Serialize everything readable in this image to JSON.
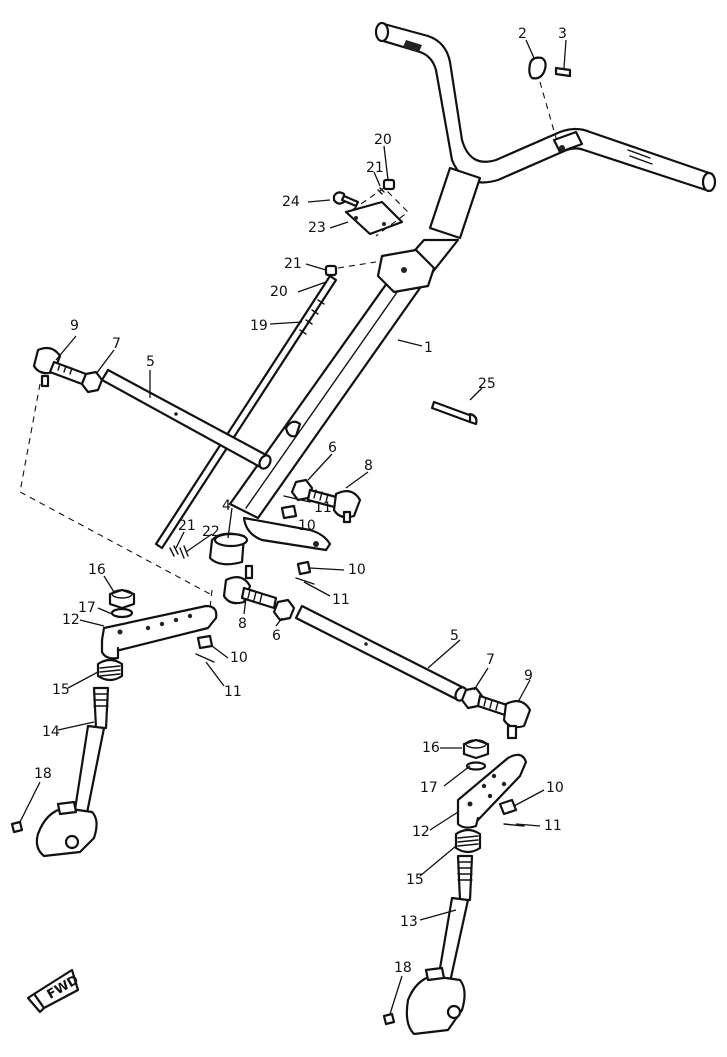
{
  "callouts": [
    {
      "key": "c2",
      "text": "2"
    },
    {
      "key": "c3",
      "text": "3"
    },
    {
      "key": "c20a",
      "text": "20"
    },
    {
      "key": "c21a",
      "text": "21"
    },
    {
      "key": "c24",
      "text": "24"
    },
    {
      "key": "c23",
      "text": "23"
    },
    {
      "key": "c21b",
      "text": "21"
    },
    {
      "key": "c20b",
      "text": "20"
    },
    {
      "key": "c19",
      "text": "19"
    },
    {
      "key": "c1",
      "text": "1"
    },
    {
      "key": "c9a",
      "text": "9"
    },
    {
      "key": "c7a",
      "text": "7"
    },
    {
      "key": "c5a",
      "text": "5"
    },
    {
      "key": "c25",
      "text": "25"
    },
    {
      "key": "c6a",
      "text": "6"
    },
    {
      "key": "c8a",
      "text": "8"
    },
    {
      "key": "c11a",
      "text": "11"
    },
    {
      "key": "c10a",
      "text": "10"
    },
    {
      "key": "c4",
      "text": "4"
    },
    {
      "key": "c21c",
      "text": "21"
    },
    {
      "key": "c22",
      "text": "22"
    },
    {
      "key": "c10b",
      "text": "10"
    },
    {
      "key": "c11b",
      "text": "11"
    },
    {
      "key": "c16a",
      "text": "16"
    },
    {
      "key": "c17a",
      "text": "17"
    },
    {
      "key": "c12a",
      "text": "12"
    },
    {
      "key": "c8b",
      "text": "8"
    },
    {
      "key": "c6b",
      "text": "6"
    },
    {
      "key": "c10c",
      "text": "10"
    },
    {
      "key": "c11c",
      "text": "11"
    },
    {
      "key": "c15a",
      "text": "15"
    },
    {
      "key": "c14",
      "text": "14"
    },
    {
      "key": "c5b",
      "text": "5"
    },
    {
      "key": "c7b",
      "text": "7"
    },
    {
      "key": "c9b",
      "text": "9"
    },
    {
      "key": "c18a",
      "text": "18"
    },
    {
      "key": "c16b",
      "text": "16"
    },
    {
      "key": "c17b",
      "text": "17"
    },
    {
      "key": "c10d",
      "text": "10"
    },
    {
      "key": "c12b",
      "text": "12"
    },
    {
      "key": "c11d",
      "text": "11"
    },
    {
      "key": "c15b",
      "text": "15"
    },
    {
      "key": "c13",
      "text": "13"
    },
    {
      "key": "c18b",
      "text": "18"
    }
  ],
  "fwd_label": "FWD"
}
